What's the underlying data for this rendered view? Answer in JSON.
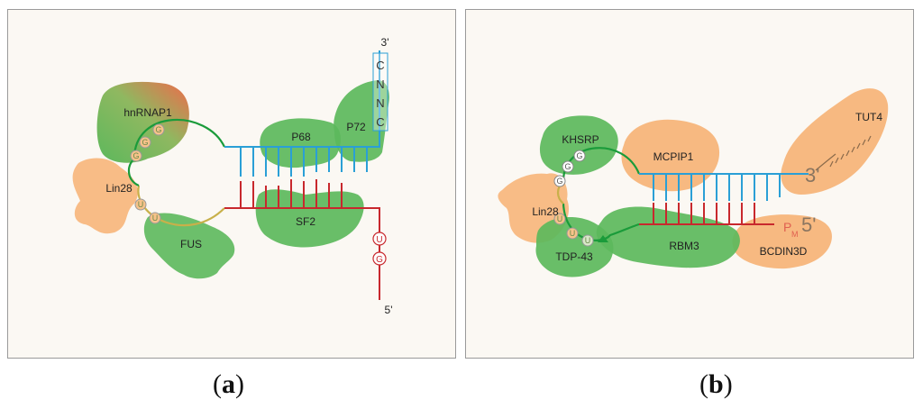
{
  "panel_a": {
    "proteins": {
      "hnrnpa1": "hnRNAP1",
      "lin28": "Lin28",
      "fus": "FUS",
      "p68": "P68",
      "p72": "P72",
      "sf2": "SF2"
    },
    "three_prime": "3'",
    "five_prime": "5'",
    "motif_cnnc": [
      "C",
      "N",
      "N",
      "C"
    ],
    "gg_nts": [
      "G",
      "G",
      "G"
    ],
    "uu_nts": [
      "U",
      "U"
    ],
    "ug_nts": [
      "U",
      "G"
    ]
  },
  "panel_b": {
    "proteins": {
      "khsrp": "KHSRP",
      "lin28": "Lin28",
      "tdp43": "TDP-43",
      "mcpip1": "MCPIP1",
      "rbm3": "RBM3",
      "tut4": "TUT4",
      "bcdin3d": "BCDIN3D"
    },
    "three_prime": "3'",
    "five_prime": "5'",
    "pm_p": "P",
    "pm_m": "M",
    "gg_nts": [
      "G",
      "G",
      "G"
    ],
    "uu_nts": [
      "U",
      "U",
      "U"
    ]
  },
  "captions": {
    "a_open": "(",
    "a_letter": "a",
    "a_close": ")",
    "b_open": "(",
    "b_letter": "b",
    "b_close": ")"
  },
  "colors": {
    "green_protein": "#5cb85c",
    "orange_protein": "#f7b57a",
    "red_protein": "#f07a50",
    "loop": "#1a9b3a",
    "strand_3p": "#2a9fd6",
    "strand_5p": "#c8282d"
  }
}
